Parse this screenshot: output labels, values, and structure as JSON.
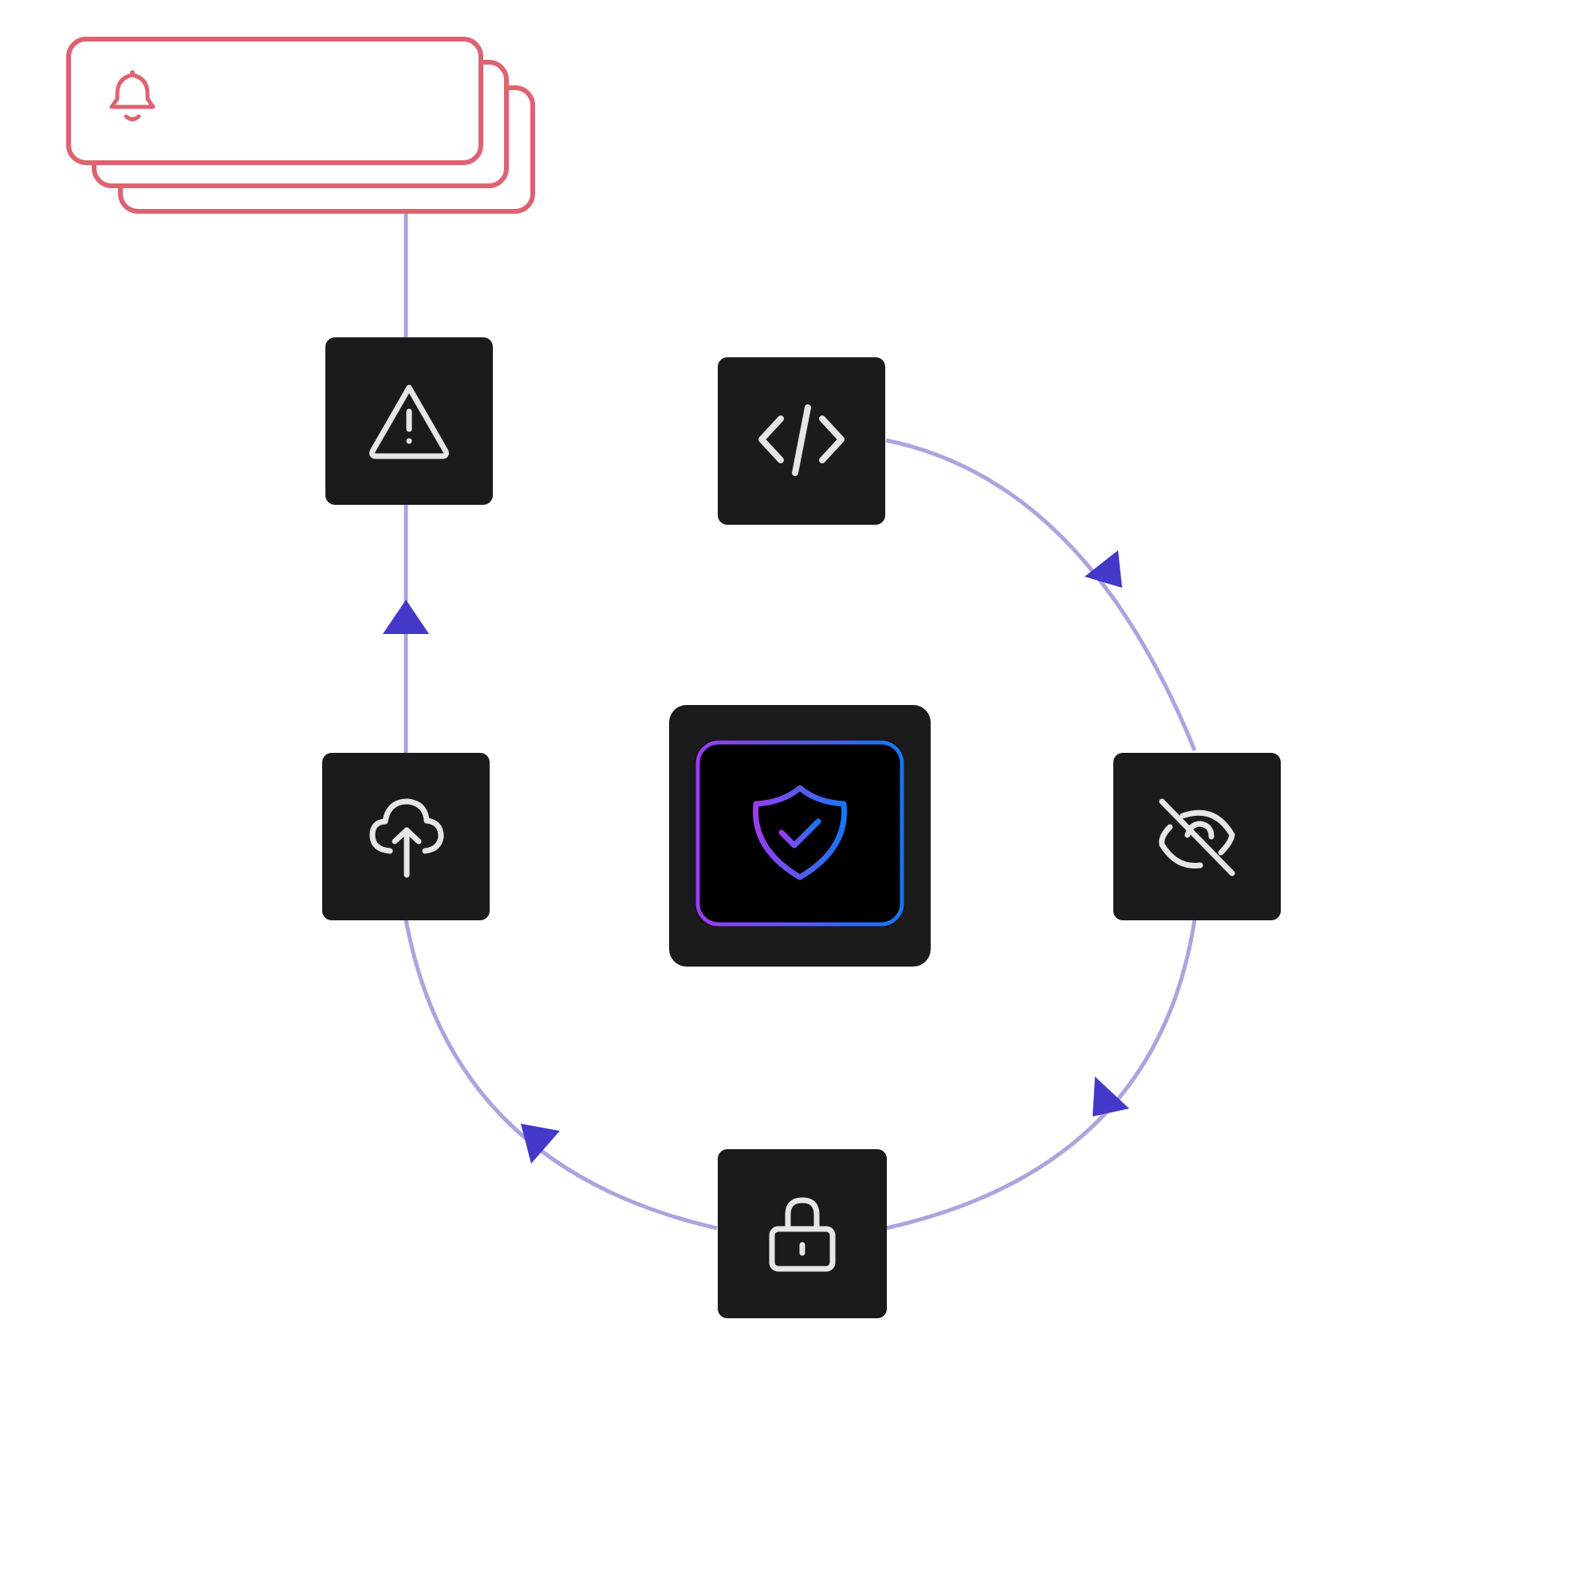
{
  "colors": {
    "background": "#ffffff",
    "tile": "#1b1b1b",
    "tile_inner": "#000000",
    "icon_stroke": "#e6e6e6",
    "connector": "#aaa4df",
    "arrowhead": "#4338c8",
    "alert_card": "#de6270",
    "shield_gradient_start": "#9b3cf0",
    "shield_gradient_end": "#1677f2"
  },
  "alert_stack": {
    "icon": "bell-icon",
    "label": "",
    "stack_count": 3
  },
  "nodes": [
    {
      "id": "warning",
      "icon": "warning-icon"
    },
    {
      "id": "code",
      "icon": "code-icon"
    },
    {
      "id": "upload",
      "icon": "cloud-upload-icon"
    },
    {
      "id": "privacy",
      "icon": "eye-off-icon"
    },
    {
      "id": "lock",
      "icon": "lock-icon"
    },
    {
      "id": "core",
      "icon": "shield-check-icon"
    }
  ],
  "flow": [
    {
      "from": "code",
      "to": "privacy",
      "direction": "clockwise"
    },
    {
      "from": "privacy",
      "to": "lock",
      "direction": "clockwise"
    },
    {
      "from": "lock",
      "to": "upload",
      "direction": "clockwise"
    },
    {
      "from": "upload",
      "to": "warning",
      "direction": "up"
    },
    {
      "from": "warning",
      "to": "alert_stack",
      "direction": "up"
    }
  ]
}
